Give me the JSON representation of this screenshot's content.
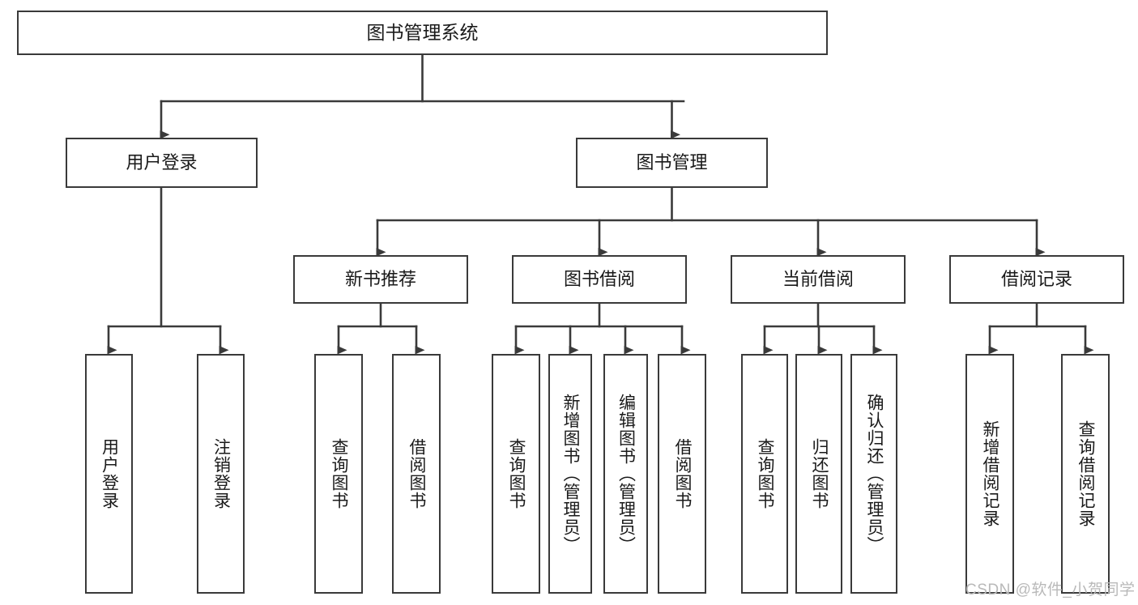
{
  "diagram": {
    "title": "图书管理系统",
    "type": "tree-hierarchy",
    "watermark": "CSDN @软件_小贺同学",
    "colors": {
      "box_border": "#3a3a3a",
      "box_fill": "#ffffff",
      "connector": "#3a3a3a",
      "text": "#1a1a1a",
      "watermark": "#b9b9b9",
      "background": "#ffffff"
    },
    "levels": {
      "level1": [
        {
          "id": "root",
          "label": "图书管理系统"
        }
      ],
      "level2": [
        {
          "id": "user-login",
          "label": "用户登录",
          "parent": "root"
        },
        {
          "id": "book-manage",
          "label": "图书管理",
          "parent": "root"
        }
      ],
      "level3": [
        {
          "id": "new-book-rec",
          "label": "新书推荐",
          "parent": "book-manage"
        },
        {
          "id": "book-borrow",
          "label": "图书借阅",
          "parent": "book-manage"
        },
        {
          "id": "current-borrow",
          "label": "当前借阅",
          "parent": "book-manage"
        },
        {
          "id": "borrow-record",
          "label": "借阅记录",
          "parent": "book-manage"
        }
      ],
      "leaves": [
        {
          "id": "leaf-user-login",
          "label": "用户登录",
          "parent": "user-login"
        },
        {
          "id": "leaf-logout",
          "label": "注销登录",
          "parent": "user-login"
        },
        {
          "id": "leaf-query-book-1",
          "label": "查询图书",
          "parent": "new-book-rec"
        },
        {
          "id": "leaf-borrow-book-1",
          "label": "借阅图书",
          "parent": "new-book-rec"
        },
        {
          "id": "leaf-query-book-2",
          "label": "查询图书",
          "parent": "book-borrow"
        },
        {
          "id": "leaf-add-book",
          "label": "新增图书（管理员）",
          "parent": "book-borrow"
        },
        {
          "id": "leaf-edit-book",
          "label": "编辑图书（管理员）",
          "parent": "book-borrow"
        },
        {
          "id": "leaf-borrow-book-2",
          "label": "借阅图书",
          "parent": "book-borrow"
        },
        {
          "id": "leaf-query-book-3",
          "label": "查询图书",
          "parent": "current-borrow"
        },
        {
          "id": "leaf-return-book",
          "label": "归还图书",
          "parent": "current-borrow"
        },
        {
          "id": "leaf-confirm-return",
          "label": "确认归还（管理员）",
          "parent": "current-borrow"
        },
        {
          "id": "leaf-add-record",
          "label": "新增借阅记录",
          "parent": "borrow-record"
        },
        {
          "id": "leaf-query-record",
          "label": "查询借阅记录",
          "parent": "borrow-record"
        }
      ]
    }
  }
}
